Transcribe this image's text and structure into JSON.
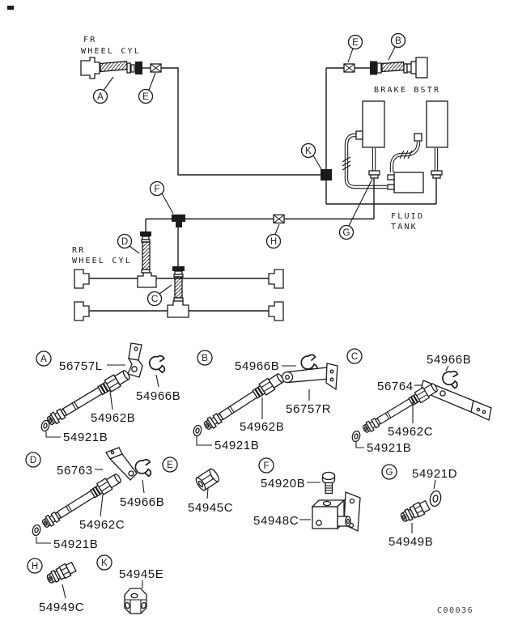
{
  "page": {
    "drawing_code": "C00036"
  },
  "schematic": {
    "labels": {
      "fr_wheel_cyl_line1": "FR",
      "fr_wheel_cyl_line2": "WHEEL CYL",
      "brake_bstr": "BRAKE BSTR",
      "fluid_tank_line1": "FLUID",
      "fluid_tank_line2": "TANK",
      "rr_wheel_cyl_line1": "RR",
      "rr_wheel_cyl_line2": "WHEEL CYL"
    },
    "callouts": {
      "a": "A",
      "b": "B",
      "c": "C",
      "d": "D",
      "e": "E",
      "f": "F",
      "g": "G",
      "h": "H",
      "k": "K"
    }
  },
  "legend": {
    "sections": [
      {
        "id": "A",
        "parts": [
          {
            "number": "56757L",
            "shape": "bracket"
          },
          {
            "number": "54966B",
            "shape": "clip"
          },
          {
            "number": "54962B",
            "shape": "hose"
          },
          {
            "number": "54921B",
            "shape": "washer"
          }
        ]
      },
      {
        "id": "B",
        "parts": [
          {
            "number": "54966B",
            "shape": "clip"
          },
          {
            "number": "56757R",
            "shape": "bracket"
          },
          {
            "number": "54962B",
            "shape": "hose"
          },
          {
            "number": "54921B",
            "shape": "washer"
          }
        ]
      },
      {
        "id": "C",
        "parts": [
          {
            "number": "54966B",
            "shape": "clip"
          },
          {
            "number": "56764",
            "shape": "bracket"
          },
          {
            "number": "54962C",
            "shape": "hose"
          },
          {
            "number": "54921B",
            "shape": "washer"
          }
        ]
      },
      {
        "id": "D",
        "parts": [
          {
            "number": "56763",
            "shape": "bracket"
          },
          {
            "number": "54966B",
            "shape": "clip"
          },
          {
            "number": "54962C",
            "shape": "hose"
          },
          {
            "number": "54921B",
            "shape": "washer"
          }
        ]
      },
      {
        "id": "E",
        "parts": [
          {
            "number": "54945C",
            "shape": "nut"
          }
        ]
      },
      {
        "id": "F",
        "parts": [
          {
            "number": "54920B",
            "shape": "bolt"
          },
          {
            "number": "54948C",
            "shape": "junction-block"
          }
        ]
      },
      {
        "id": "G",
        "parts": [
          {
            "number": "54921D",
            "shape": "washer"
          },
          {
            "number": "54949B",
            "shape": "connector"
          }
        ]
      },
      {
        "id": "H",
        "parts": [
          {
            "number": "54949C",
            "shape": "connector"
          }
        ]
      },
      {
        "id": "K",
        "parts": [
          {
            "number": "54945E",
            "shape": "junction-block"
          }
        ]
      }
    ]
  }
}
